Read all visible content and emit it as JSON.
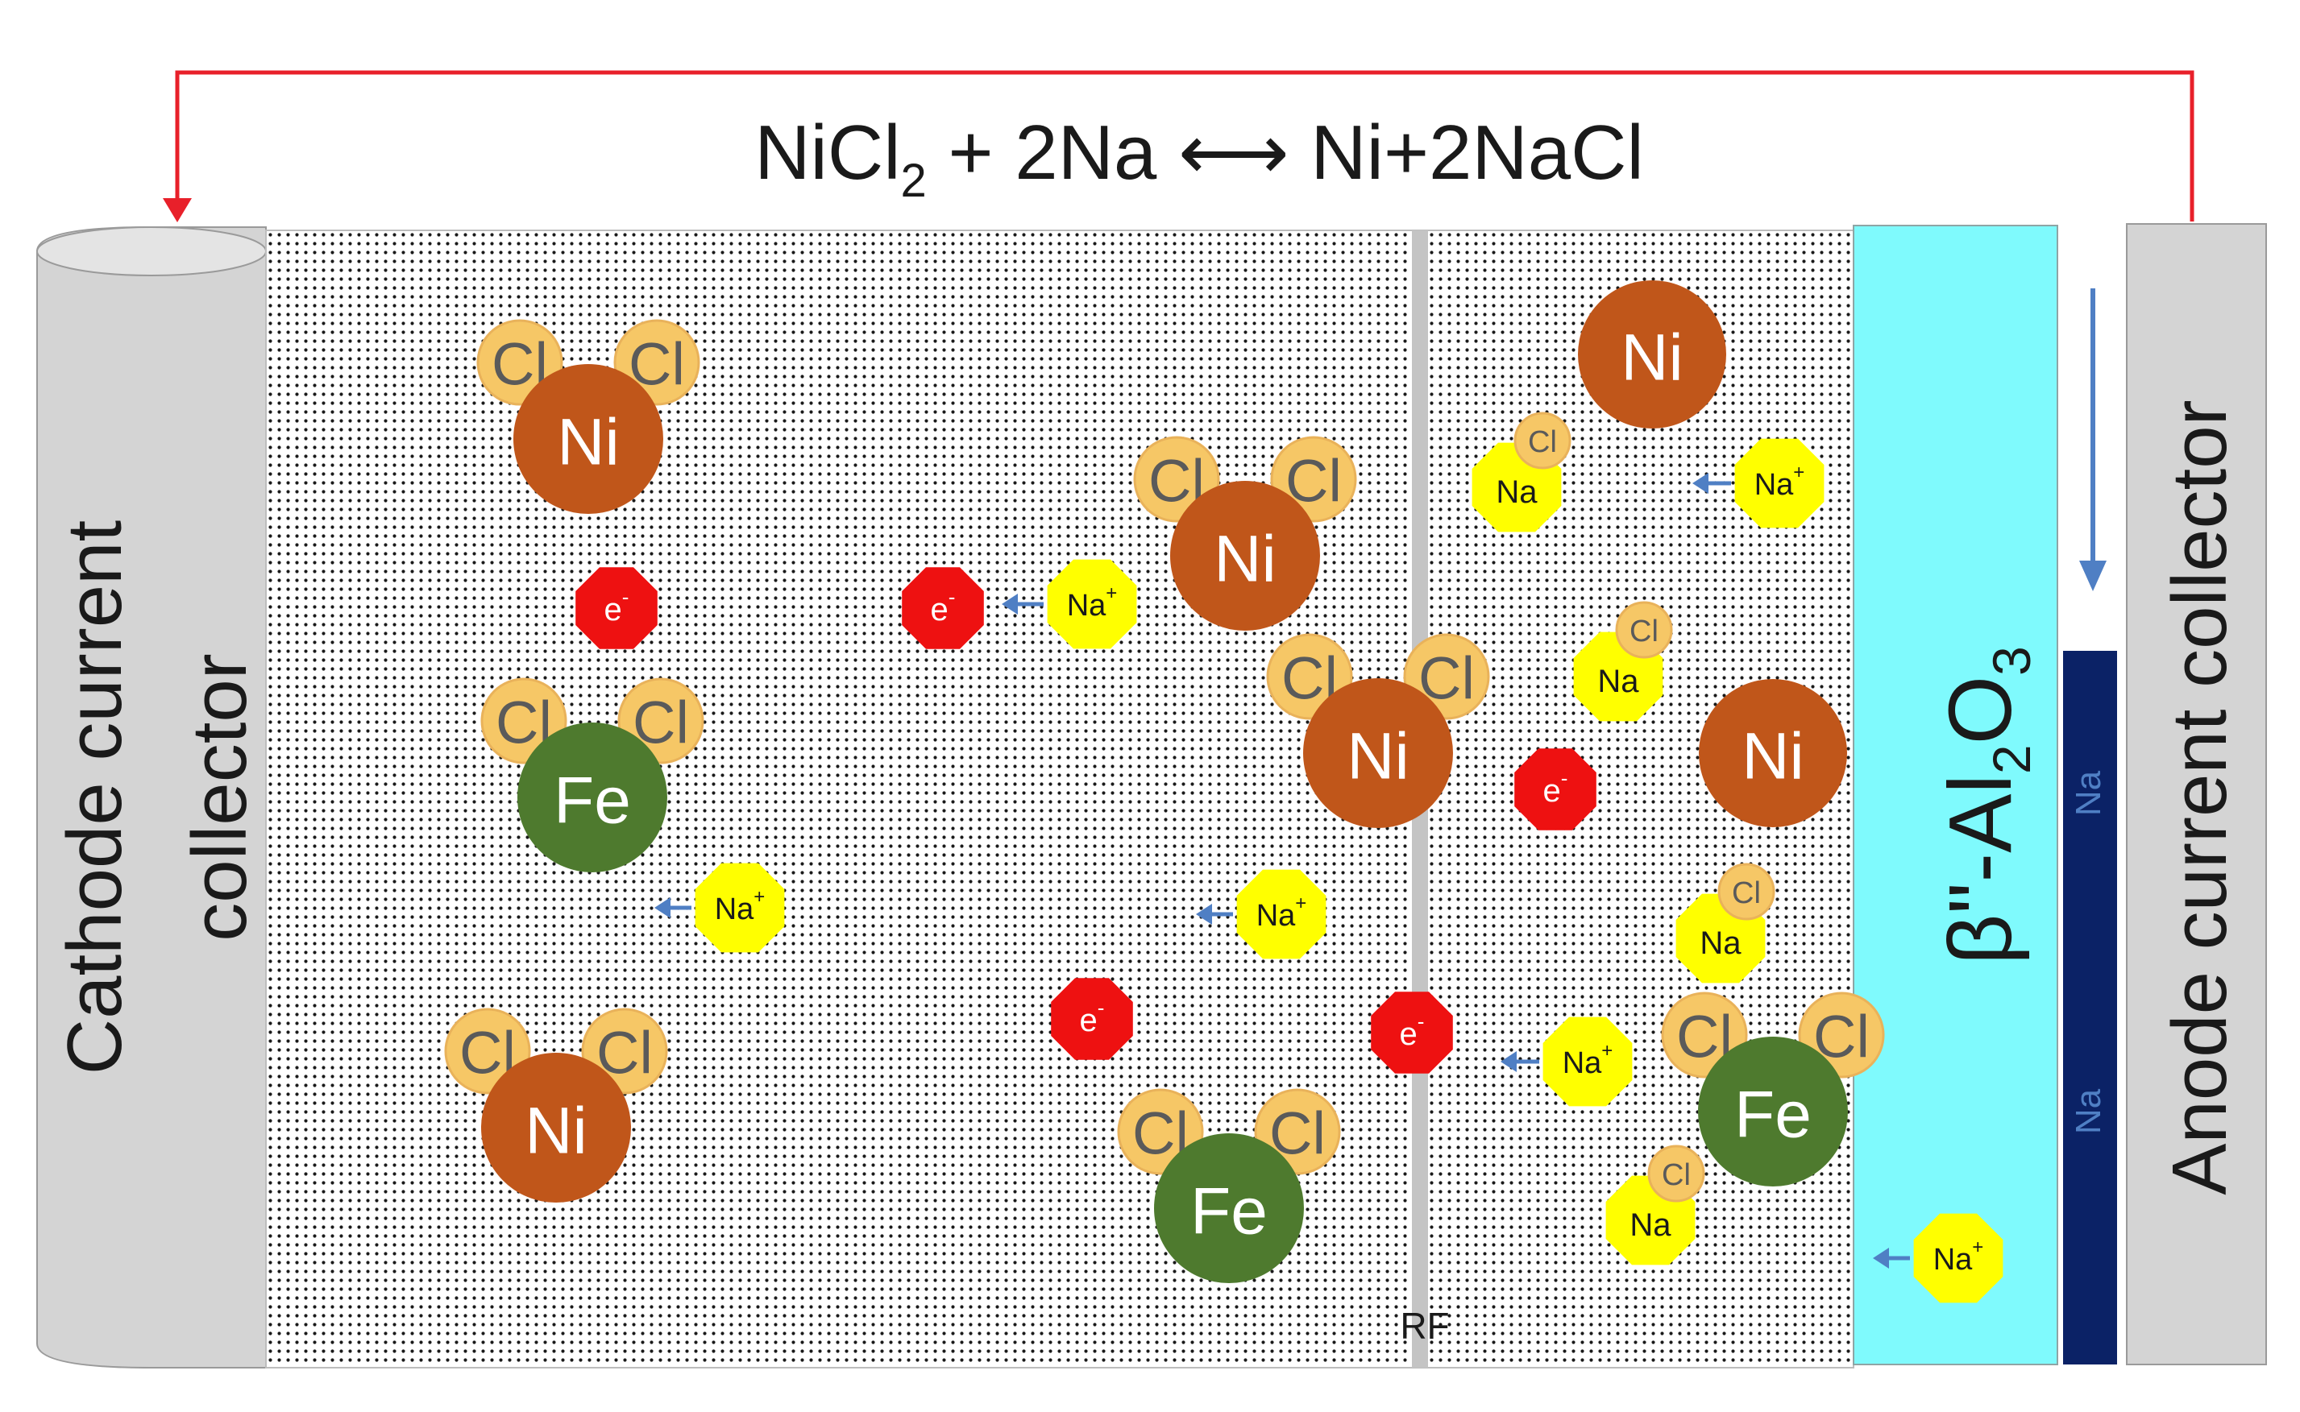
{
  "equation": {
    "left": "NiCl",
    "sub": "2",
    "rest": " + 2Na ",
    "arrow": "⟷",
    "right": " Ni+2NaCl"
  },
  "labels": {
    "cathode_line1": "Cathode current",
    "cathode_line2": "collector",
    "anode": "Anode current collector",
    "electrolyte_main": "β\"-Al",
    "electrolyte_sub1": "2",
    "electrolyte_o": "O",
    "electrolyte_sub2": "3",
    "na_strip_1": "Na",
    "na_strip_2": "Na",
    "rf": "RF"
  },
  "particles": {
    "nickel": "Ni",
    "iron": "Fe",
    "chlorine": "Cl",
    "sodium": "Na",
    "sodium_ion": "Na",
    "ion_sup": "+",
    "electron": "e",
    "electron_sup": "-"
  },
  "colors": {
    "circuit": "#e8202a",
    "nickel": "#c0561a",
    "iron": "#4e7a2e",
    "chlorine": "#f6c766",
    "sodium": "#ffff00",
    "electron": "#ee1111",
    "electrolyte": "#7ffafd",
    "sodium_anode": "#0b2266",
    "collector": "#d4d4d4",
    "arrow": "#4f7fc4"
  }
}
